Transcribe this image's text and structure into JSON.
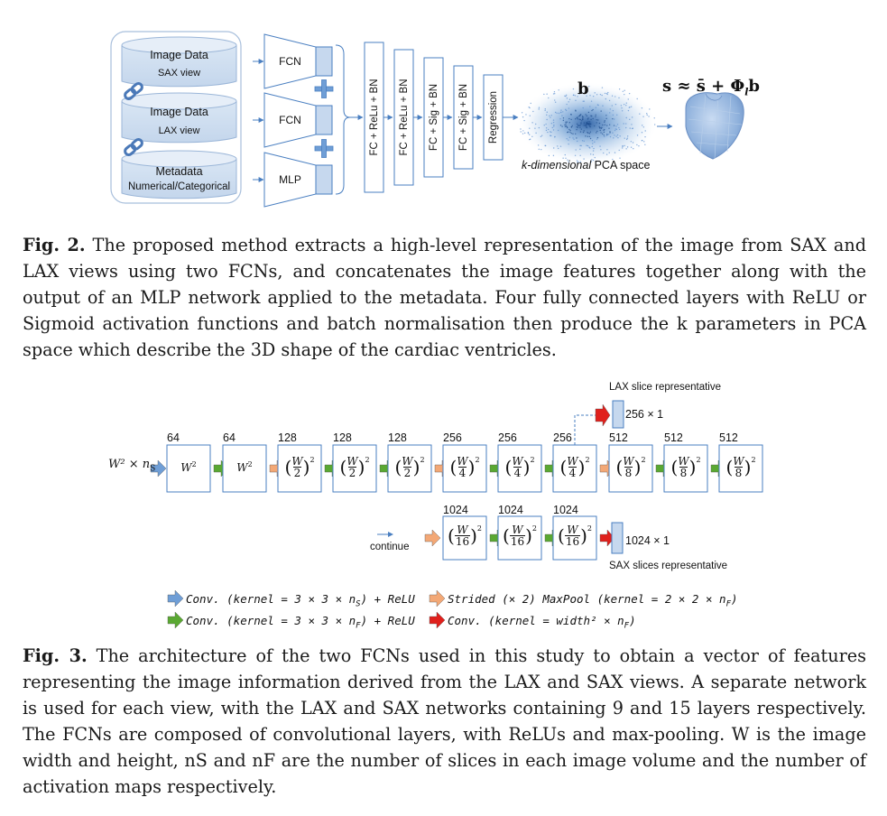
{
  "fig2": {
    "inputs": [
      {
        "title": "Image Data",
        "subtitle": "SAX view"
      },
      {
        "title": "Image Data",
        "subtitle": "LAX view"
      },
      {
        "title": "Metadata",
        "subtitle": "Numerical/Categorical"
      }
    ],
    "nets": [
      "FCN",
      "FCN",
      "MLP"
    ],
    "layers": [
      "FC + ReLu + BN",
      "FC + ReLu + BN",
      "FC + Sig + BN",
      "FC + Sig + BN",
      "Regression"
    ],
    "b_label": "b",
    "pca_label_italic": "k-dimensional",
    "pca_label_rest": " PCA space",
    "equation": "s ≈ s̄ + Φ",
    "equation_sub": "l",
    "equation_end": "b"
  },
  "caption2": {
    "label": "Fig. 2.",
    "text": " The proposed method extracts a high-level representation of the image from SAX and LAX views using two FCNs, and concatenates the image features together along with the output of an MLP network applied to the metadata. Four fully connected layers with ReLU or Sigmoid activation functions and batch normalisation then produce the k parameters in PCA space which describe the 3D shape of the cardiac ventricles."
  },
  "fig3": {
    "input_label": "W² × n",
    "input_sub": "S",
    "row1_counts": [
      "64",
      "64",
      "128",
      "128",
      "128",
      "256",
      "256",
      "256",
      "512",
      "512",
      "512"
    ],
    "row1_dims": [
      "W²",
      "W²",
      "2",
      "2",
      "2",
      "4",
      "4",
      "4",
      "8",
      "8",
      "8"
    ],
    "row2_counts": [
      "1024",
      "1024",
      "1024"
    ],
    "row2_dims": [
      "16",
      "16",
      "16"
    ],
    "lax_title": "LAX slice representative",
    "lax_size": "256 × 1",
    "sax_title": "SAX slices representative",
    "sax_size": "1024 × 1",
    "continue": "continue",
    "legend": [
      "Conv. (kernel = 3 × 3 × n",
      "Conv. (kernel = 3 × 3 × n",
      "Strided (× 2) MaxPool (kernel = 2 × 2 × n",
      "Conv. (kernel =  width² × n"
    ],
    "legend_subs": [
      "S",
      "F",
      "F",
      "F"
    ],
    "legend_tails": [
      ") + ReLU",
      ") + ReLU",
      ")",
      ")"
    ],
    "colors": {
      "blue": "#6f9ed6",
      "green": "#5aa832",
      "orange": "#f3a876",
      "red": "#e0201c",
      "box": "#4a7fc1"
    }
  },
  "caption3": {
    "label": "Fig. 3.",
    "text": " The architecture of the two FCNs used in this study to obtain a vector of features representing the image information derived from the LAX and SAX views. A separate network is used for each view, with the LAX and SAX networks containing 9 and 15 layers respectively. The FCNs are composed of convolutional layers, with ReLUs and max-pooling. W is the image width and height, nS and nF are the number of slices in each image volume and the number of activation maps respectively."
  }
}
